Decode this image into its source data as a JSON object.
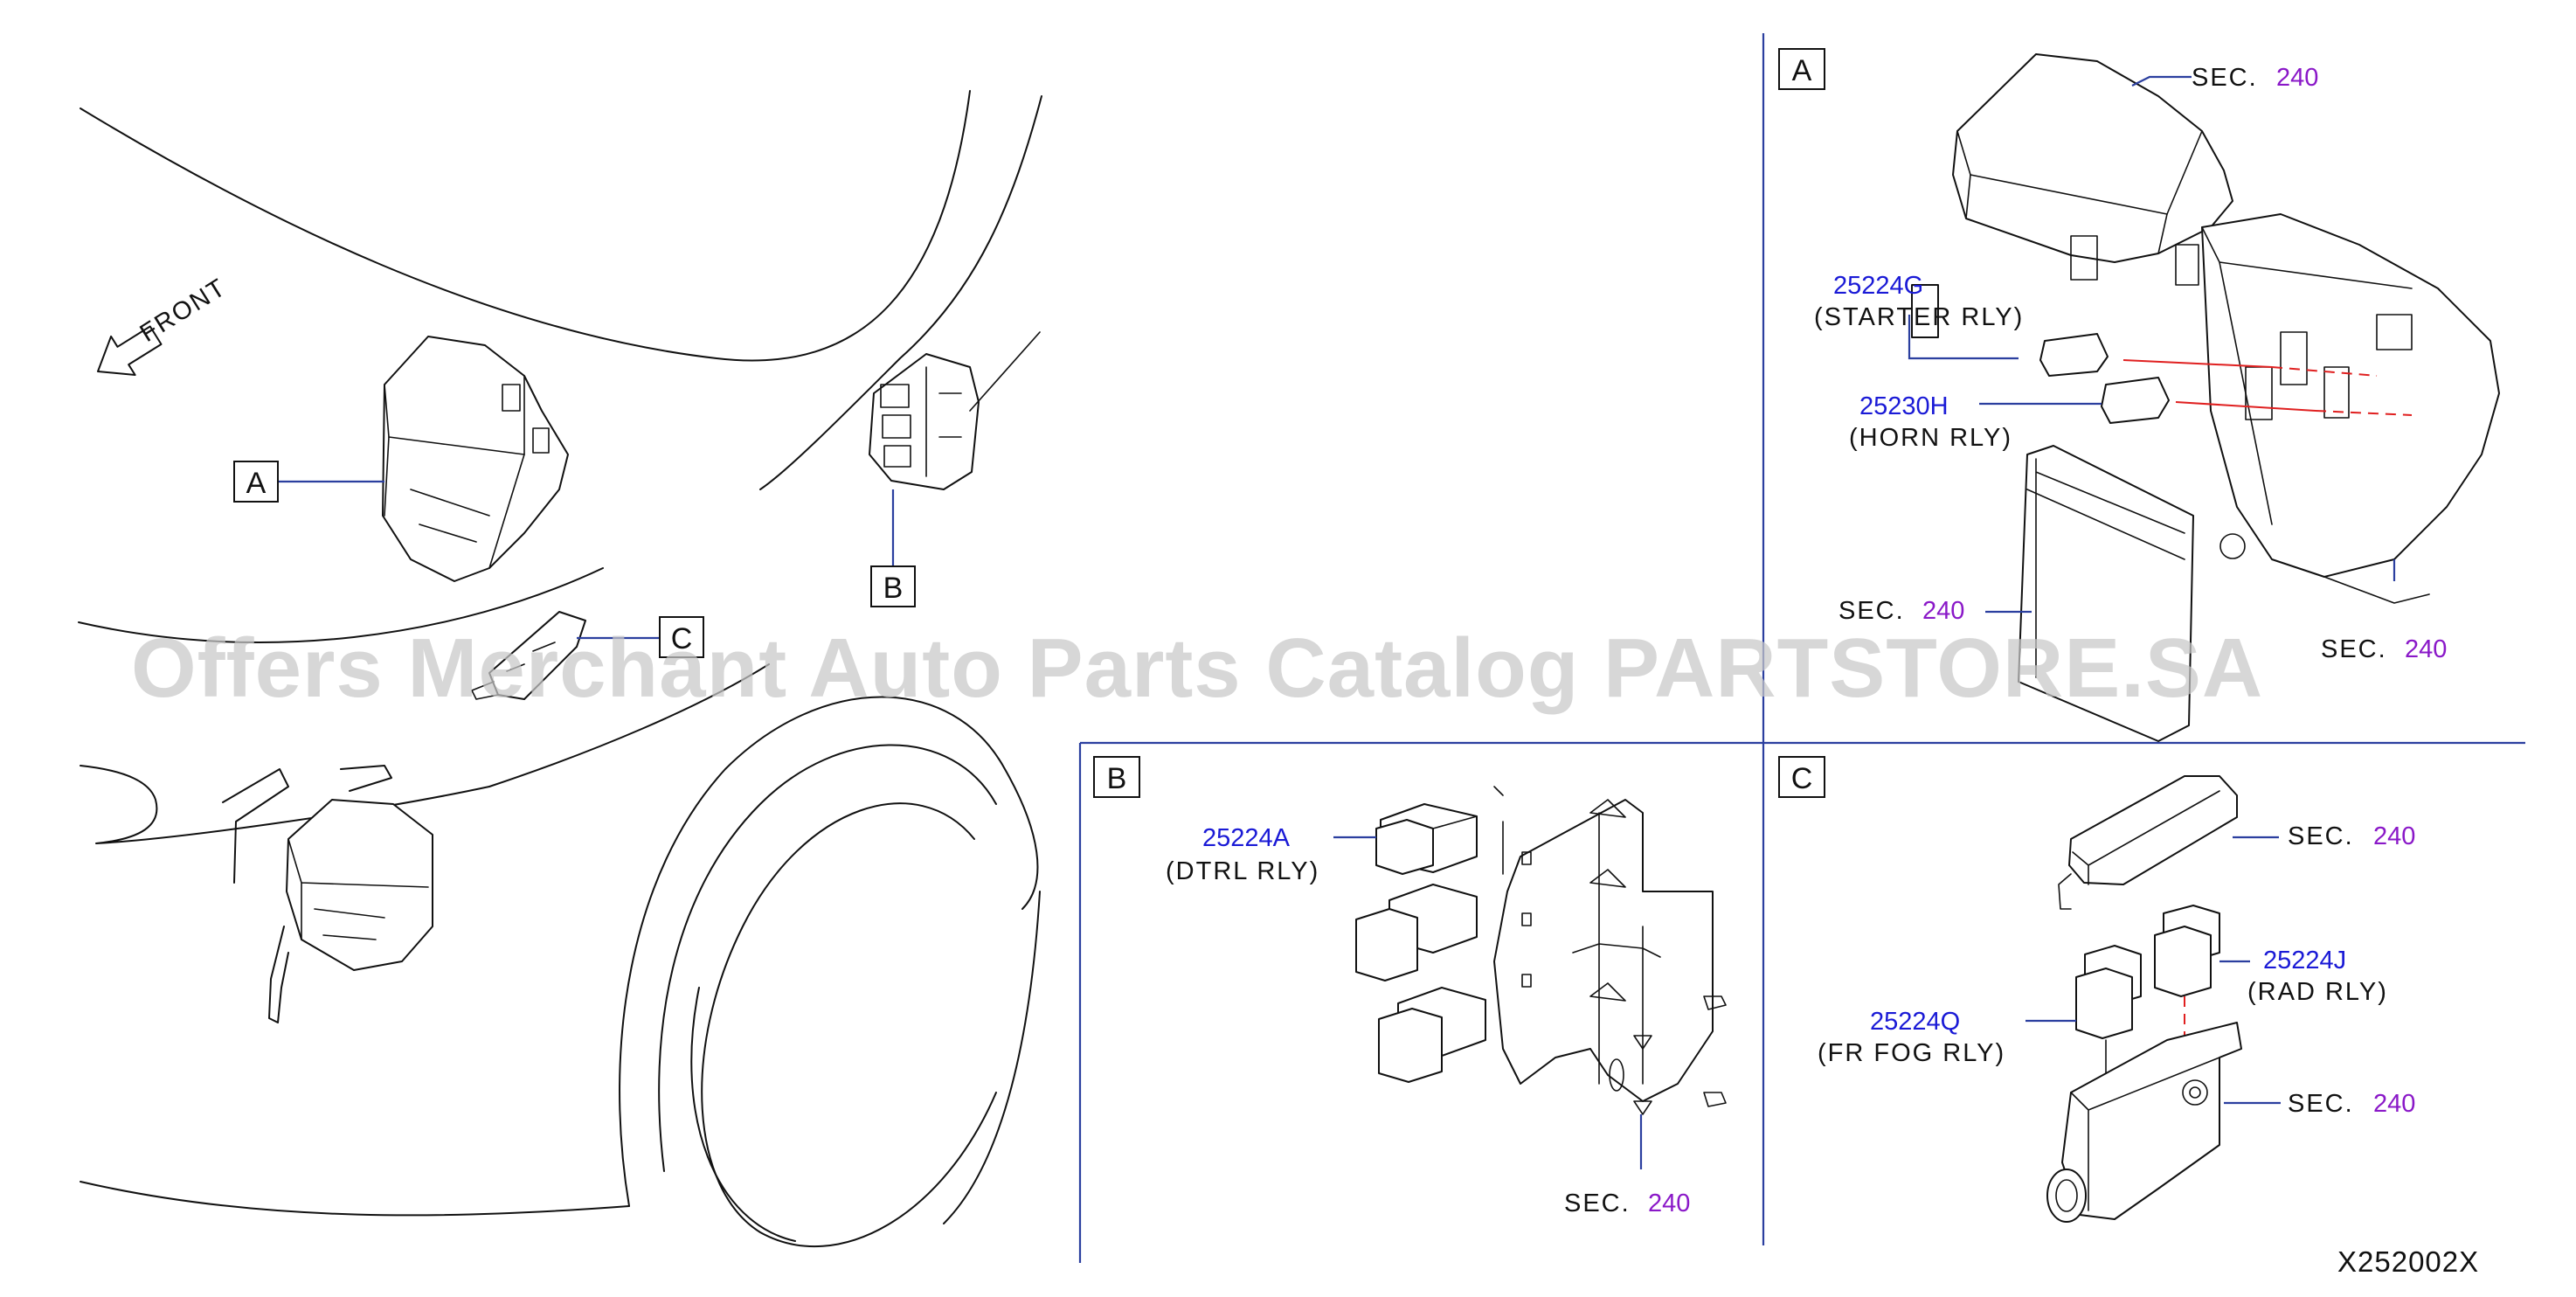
{
  "front_label": "FRONT",
  "callouts": {
    "a": "A",
    "b": "B",
    "c": "C"
  },
  "panel_a": {
    "box_label": "A",
    "sec_top": {
      "prefix": "SEC.",
      "num": "240"
    },
    "starter": {
      "part": "25224G",
      "desc": "(STARTER  RLY)"
    },
    "horn": {
      "part": "25230H",
      "desc": "(HORN  RLY)"
    },
    "sec_mid": {
      "prefix": "SEC.",
      "num": "240"
    },
    "sec_bottom": {
      "prefix": "SEC.",
      "num": "240"
    }
  },
  "panel_b": {
    "box_label": "B",
    "dtrl": {
      "part": "25224A",
      "desc": "(DTRL  RLY)"
    },
    "sec": {
      "prefix": "SEC.",
      "num": "240"
    }
  },
  "panel_c": {
    "box_label": "C",
    "sec_top": {
      "prefix": "SEC.",
      "num": "240"
    },
    "rad": {
      "part": "25224J",
      "desc": "(RAD  RLY)"
    },
    "fog": {
      "part": "25224Q",
      "desc": "(FR  FOG  RLY)"
    },
    "sec_bottom": {
      "prefix": "SEC.",
      "num": "240"
    }
  },
  "watermark": "Offers Merchant Auto Parts Catalog PARTSTORE.SA",
  "diagram_id": "X252002X",
  "colors": {
    "leader": "#2b3f9f",
    "part_number": "#1a1ad6",
    "section_number": "#8a18c8",
    "guide_line": "#e02020"
  }
}
